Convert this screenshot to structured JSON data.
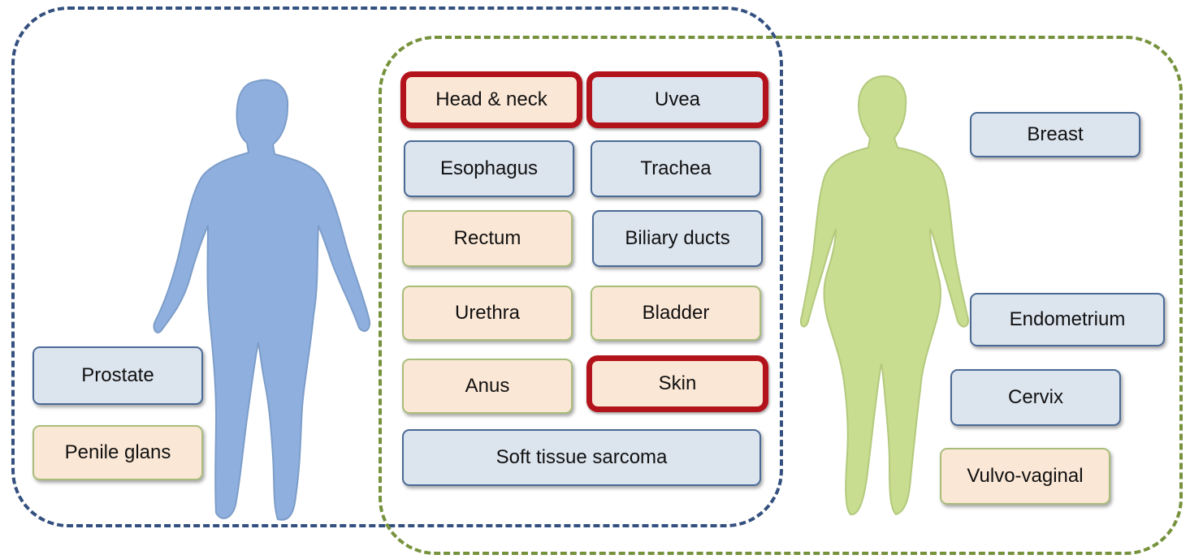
{
  "male_regions": [
    {
      "label": "Prostate",
      "color": "#dce4ee"
    },
    {
      "label": "Penile glans",
      "color": "#fbe7d5"
    }
  ],
  "shared_regions": [
    {
      "label": "Head & neck",
      "highlighted": true
    },
    {
      "label": "Uvea",
      "highlighted": true
    },
    {
      "label": "Esophagus",
      "highlighted": false
    },
    {
      "label": "Trachea",
      "highlighted": false
    },
    {
      "label": "Rectum",
      "highlighted": false
    },
    {
      "label": "Biliary ducts",
      "highlighted": false
    },
    {
      "label": "Urethra",
      "highlighted": false
    },
    {
      "label": "Bladder",
      "highlighted": false
    },
    {
      "label": "Anus",
      "highlighted": false
    },
    {
      "label": "Skin",
      "highlighted": true
    },
    {
      "label": "Soft tissue sarcoma",
      "highlighted": false
    }
  ],
  "female_regions": [
    {
      "label": "Breast"
    },
    {
      "label": "Endometrium"
    },
    {
      "label": "Cervix"
    },
    {
      "label": "Vulvo-vaginal"
    }
  ],
  "colors": {
    "male_border": "#34507f",
    "female_border": "#76923c",
    "male_figure": "#8fb0de",
    "female_figure": "#c8dd8f",
    "highlight": "#b3141c"
  }
}
